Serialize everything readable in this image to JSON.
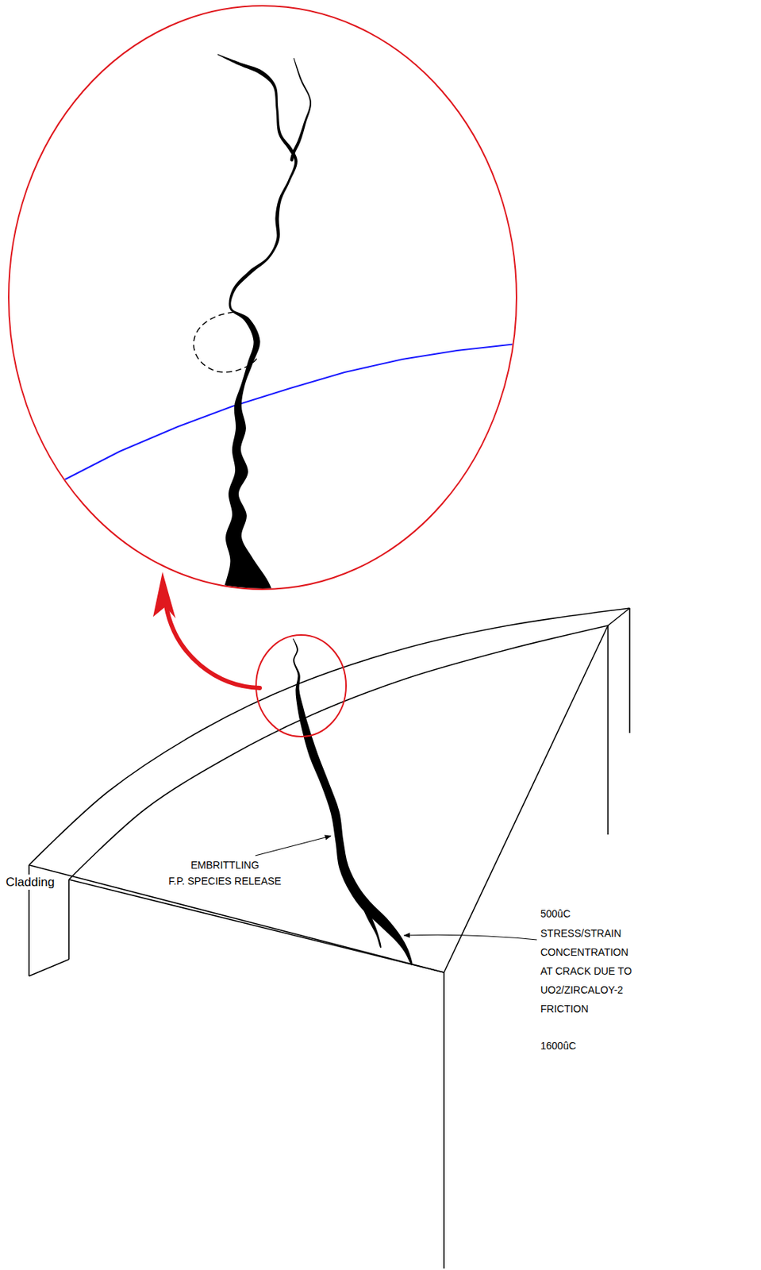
{
  "diagram": {
    "labels": [
      "Cladding",
      "EMBRITTLING",
      "F.P. SPECIES RELEASE",
      "500ûC",
      "STRESS/STRAIN CONCENTRATION AT CRACK DUE TO UO2/ZIRCALOY-2 FRICTION",
      "1600ûC"
    ]
  }
}
